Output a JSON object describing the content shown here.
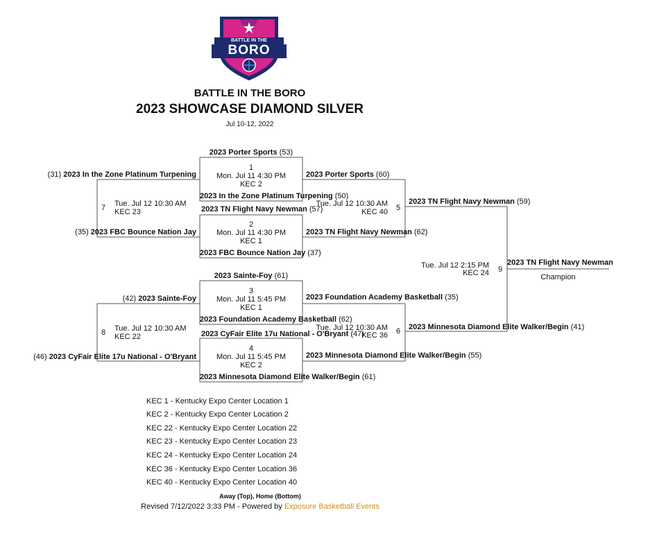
{
  "logo": {
    "line1": "BATTLE IN THE",
    "line2": "BORO",
    "colors": {
      "magenta": "#d6258b",
      "navy": "#1e2a6e",
      "white": "#ffffff"
    }
  },
  "header": {
    "org": "BATTLE IN THE BORO",
    "title": "2023 SHOWCASE DIAMOND SILVER",
    "dates": "Jul 10-12, 2022"
  },
  "games": {
    "g1": {
      "num": "1",
      "time": "Mon. Jul 11 4:30 PM",
      "court": "KEC 2",
      "top": {
        "team": "2023 Porter Sports",
        "score": "(53)"
      },
      "bottom": {
        "team": "2023 In the Zone Platinum Turpening",
        "score": "(50)"
      }
    },
    "g2": {
      "num": "2",
      "time": "Mon. Jul 11 4:30 PM",
      "court": "KEC 1",
      "top": {
        "team": "2023 TN Flight Navy Newman",
        "score": "(57)"
      },
      "bottom": {
        "team": "2023 FBC Bounce Nation Jay",
        "score": "(37)"
      }
    },
    "g3": {
      "num": "3",
      "time": "Mon. Jul 11 5:45 PM",
      "court": "KEC 1",
      "top": {
        "team": "2023 Sainte-Foy",
        "score": "(61)"
      },
      "bottom": {
        "team": "2023 Foundation Academy Basketball",
        "score": "(62)"
      }
    },
    "g4": {
      "num": "4",
      "time": "Mon. Jul 11 5:45 PM",
      "court": "KEC 2",
      "top": {
        "team": "2023 CyFair Elite 17u National - O'Bryant",
        "score": "(47)"
      },
      "bottom": {
        "team": "2023 Minnesota Diamond Elite Walker/Begin",
        "score": "(61)"
      }
    },
    "g5": {
      "num": "5",
      "time": "Tue. Jul 12 10:30 AM",
      "court": "KEC 40",
      "top": {
        "team": "2023 Porter Sports",
        "score": "(60)"
      },
      "bottom": {
        "team": "2023 TN Flight Navy Newman",
        "score": "(62)"
      }
    },
    "g6": {
      "num": "6",
      "time": "Tue. Jul 12 10:30 AM",
      "court": "KEC 36",
      "top": {
        "team": "2023 Foundation Academy Basketball",
        "score": "(35)"
      },
      "bottom": {
        "team": "2023 Minnesota Diamond Elite Walker/Begin",
        "score": "(55)"
      }
    },
    "g7": {
      "num": "7",
      "time": "Tue. Jul 12 10:30 AM",
      "court": "KEC 23",
      "top": {
        "seed": "(31)",
        "team": "2023 In the Zone Platinum Turpening"
      },
      "bottom": {
        "seed": "(35)",
        "team": "2023 FBC Bounce Nation Jay"
      }
    },
    "g8": {
      "num": "8",
      "time": "Tue. Jul 12 10:30 AM",
      "court": "KEC 22",
      "top": {
        "seed": "(42)",
        "team": "2023 Sainte-Foy"
      },
      "bottom": {
        "seed": "(46)",
        "team": "2023 CyFair Elite 17u National - O'Bryant"
      }
    },
    "g9": {
      "num": "9",
      "time": "Tue. Jul 12 2:15 PM",
      "court": "KEC 24",
      "top": {
        "team": "2023 TN Flight Navy Newman",
        "score": "(59)"
      },
      "bottom": {
        "team": "2023 Minnesota Diamond Elite Walker/Begin",
        "score": "(41)"
      }
    }
  },
  "champion": {
    "team": "2023 TN Flight Navy Newman",
    "label": "Champion"
  },
  "legend": [
    "KEC 1 - Kentucky Expo Center Location 1",
    "KEC 2 - Kentucky Expo Center Location 2",
    "KEC 22 - Kentucky Expo Center Location 22",
    "KEC 23 - Kentucky Expo Center Location 23",
    "KEC 24 - Kentucky Expo Center Location 24",
    "KEC 36 - Kentucky Expo Center Location 36",
    "KEC 40 - Kentucky Expo Center Location 40"
  ],
  "footer": {
    "note": "Away (Top), Home (Bottom)",
    "revised": "Revised 7/12/2022 3:33 PM - Powered by ",
    "powered_link": "Exposure Basketball Events",
    "link_color": "#c8901e"
  }
}
